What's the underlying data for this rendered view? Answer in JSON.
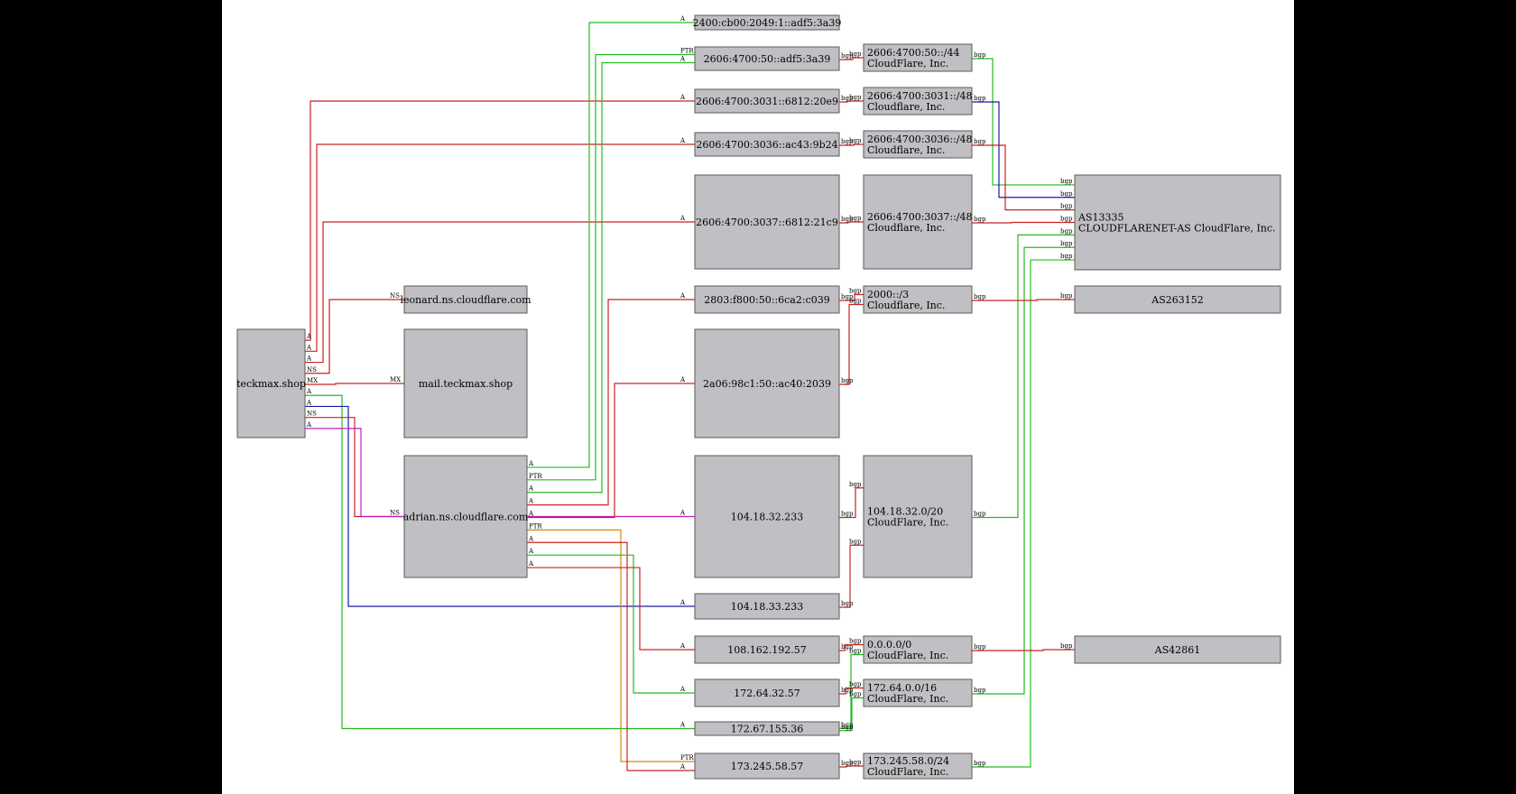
{
  "colors": {
    "background": "#ffffff",
    "frame": "#000000",
    "node_fill": "#c0bfc3",
    "node_stroke": "#5a5a5a",
    "red": "#cc2222",
    "green": "#22bb22",
    "blue": "#1a1aa0",
    "magenta": "#c020c0",
    "orange": "#d08a10"
  },
  "nodes": {
    "domain": "teckmax.shop",
    "ns_leonard": "leonard.ns.cloudflare.com",
    "mx_mail": "mail.teckmax.shop",
    "ns_adrian": "adrian.ns.cloudflare.com",
    "ip_2400": "2400:cb00:2049:1::adf5:3a39",
    "ip_2606_50": "2606:4700:50::adf5:3a39",
    "ip_3031": "2606:4700:3031::6812:20e9",
    "ip_3036": "2606:4700:3036::ac43:9b24",
    "ip_3037": "2606:4700:3037::6812:21c9",
    "ip_2803": "2803:f800:50::6ca2:c039",
    "ip_2a06": "2a06:98c1:50::ac40:2039",
    "ip_104_32": "104.18.32.233",
    "ip_104_33": "104.18.33.233",
    "ip_108": "108.162.192.57",
    "ip_172_64": "172.64.32.57",
    "ip_172_67": "172.67.155.36",
    "ip_173": "173.245.58.57",
    "pfx_2606_44": [
      "2606:4700:50::/44",
      "CloudFlare, Inc."
    ],
    "pfx_3031": [
      "2606:4700:3031::/48",
      "Cloudflare, Inc."
    ],
    "pfx_3036": [
      "2606:4700:3036::/48",
      "Cloudflare, Inc."
    ],
    "pfx_3037": [
      "2606:4700:3037::/48",
      "Cloudflare, Inc."
    ],
    "pfx_2000": [
      "2000::/3",
      "Cloudflare, Inc."
    ],
    "pfx_104": [
      "104.18.32.0/20",
      "CloudFlare, Inc."
    ],
    "pfx_0": [
      "0.0.0.0/0",
      "CloudFlare, Inc."
    ],
    "pfx_172": [
      "172.64.0.0/16",
      "CloudFlare, Inc."
    ],
    "pfx_173": [
      "173.245.58.0/24",
      "CloudFlare, Inc."
    ],
    "as_13335": [
      "AS13335",
      "CLOUDFLARENET-AS CloudFlare, Inc."
    ],
    "as_263152": "AS263152",
    "as_42861": "AS42861"
  },
  "edge_labels": {
    "a": "A",
    "ns": "NS",
    "mx": "MX",
    "ptr": "PTR",
    "bgp": "bgp"
  },
  "edges": [
    {
      "from": "domain",
      "to": "ip_3031",
      "label": "a",
      "color": "red"
    },
    {
      "from": "domain",
      "to": "ip_3036",
      "label": "a",
      "color": "red"
    },
    {
      "from": "domain",
      "to": "ip_3037",
      "label": "a",
      "color": "red"
    },
    {
      "from": "domain",
      "to": "ns_leonard",
      "label": "ns",
      "color": "red"
    },
    {
      "from": "domain",
      "to": "mx_mail",
      "label": "mx",
      "color": "red"
    },
    {
      "from": "domain",
      "to": "ip_172_67",
      "label": "a",
      "color": "green"
    },
    {
      "from": "domain",
      "to": "ip_104_33",
      "label": "a",
      "color": "blue"
    },
    {
      "from": "domain",
      "to": "ns_adrian",
      "label": "ns",
      "color": "red"
    },
    {
      "from": "domain",
      "to": "ip_104_32",
      "label": "a",
      "color": "magenta"
    },
    {
      "from": "ns_adrian",
      "to": "ip_2400",
      "label": "a",
      "color": "green"
    },
    {
      "from": "ns_adrian",
      "to": "ip_2606_50",
      "label": "ptr",
      "color": "green"
    },
    {
      "from": "ns_adrian",
      "to": "ip_2606_50",
      "label": "a",
      "color": "green"
    },
    {
      "from": "ns_adrian",
      "to": "ip_2803",
      "label": "a",
      "color": "red"
    },
    {
      "from": "ns_adrian",
      "to": "ip_2a06",
      "label": "a",
      "color": "red"
    },
    {
      "from": "ns_adrian",
      "to": "ip_173",
      "label": "ptr",
      "color": "orange"
    },
    {
      "from": "ns_adrian",
      "to": "ip_173",
      "label": "a",
      "color": "red"
    },
    {
      "from": "ns_adrian",
      "to": "ip_172_64",
      "label": "a",
      "color": "green"
    },
    {
      "from": "ns_adrian",
      "to": "ip_108",
      "label": "a",
      "color": "red"
    },
    {
      "from": "ip_2606_50",
      "to": "pfx_2606_44",
      "label": "bgp",
      "color": "red"
    },
    {
      "from": "ip_3031",
      "to": "pfx_3031",
      "label": "bgp",
      "color": "red"
    },
    {
      "from": "ip_3036",
      "to": "pfx_3036",
      "label": "bgp",
      "color": "red"
    },
    {
      "from": "ip_3037",
      "to": "pfx_3037",
      "label": "bgp",
      "color": "red"
    },
    {
      "from": "ip_2803",
      "to": "pfx_2000",
      "label": "bgp",
      "color": "red"
    },
    {
      "from": "ip_2a06",
      "to": "pfx_2000",
      "label": "bgp",
      "color": "red"
    },
    {
      "from": "ip_104_32",
      "to": "pfx_104",
      "label": "bgp",
      "color": "red"
    },
    {
      "from": "ip_104_33",
      "to": "pfx_104",
      "label": "bgp",
      "color": "red"
    },
    {
      "from": "ip_108",
      "to": "pfx_0",
      "label": "bgp",
      "color": "red"
    },
    {
      "from": "ip_172_67",
      "to": "pfx_0",
      "label": "bgp",
      "color": "green"
    },
    {
      "from": "ip_172_64",
      "to": "pfx_172",
      "label": "bgp",
      "color": "red"
    },
    {
      "from": "ip_172_67",
      "to": "pfx_172",
      "label": "bgp",
      "color": "green"
    },
    {
      "from": "ip_173",
      "to": "pfx_173",
      "label": "bgp",
      "color": "red"
    },
    {
      "from": "pfx_2606_44",
      "to": "as_13335",
      "label": "bgp",
      "color": "green"
    },
    {
      "from": "pfx_3031",
      "to": "as_13335",
      "label": "bgp",
      "color": "blue"
    },
    {
      "from": "pfx_3036",
      "to": "as_13335",
      "label": "bgp",
      "color": "red"
    },
    {
      "from": "pfx_3037",
      "to": "as_13335",
      "label": "bgp",
      "color": "red"
    },
    {
      "from": "pfx_104",
      "to": "as_13335",
      "label": "bgp",
      "color": "green"
    },
    {
      "from": "pfx_172",
      "to": "as_13335",
      "label": "bgp",
      "color": "green"
    },
    {
      "from": "pfx_173",
      "to": "as_13335",
      "label": "bgp",
      "color": "green"
    },
    {
      "from": "pfx_2000",
      "to": "as_263152",
      "label": "bgp",
      "color": "red"
    },
    {
      "from": "pfx_0",
      "to": "as_42861",
      "label": "bgp",
      "color": "red"
    }
  ]
}
